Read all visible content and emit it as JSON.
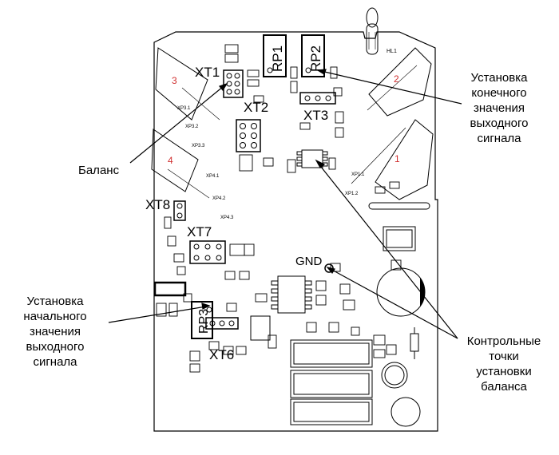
{
  "labels": {
    "balance": "Баланс",
    "final_value": "Установка\nконечного\nзначения\nвыходного\nсигнала",
    "initial_value": "Установка\nначального\nзначения\nвыходного\nсигнала",
    "test_points": "Контрольные\nточки\nустановки\nбаланса"
  },
  "board_labels": {
    "xt1": "XT1",
    "xt2": "XT2",
    "xt3": "XT3",
    "xt6": "XT6",
    "xt7": "XT7",
    "xt8": "XT8",
    "rp1": "RP1",
    "rp2": "RP2",
    "rp3": "RP3",
    "gnd": "GND",
    "hl1": "HL1",
    "pad1": "1",
    "pad2": "2",
    "pad3": "3",
    "pad4": "4",
    "xp31": "XP3.1",
    "xp32": "XP3.2",
    "xp33": "XP3.3",
    "xp41": "XP4.1",
    "xp42": "XP4.2",
    "xp43": "XP4.3",
    "xp11": "XP1.1",
    "xp12": "XP1.2"
  },
  "colors": {
    "line": "#000000",
    "pad_number": "#d03030",
    "background": "#ffffff"
  }
}
